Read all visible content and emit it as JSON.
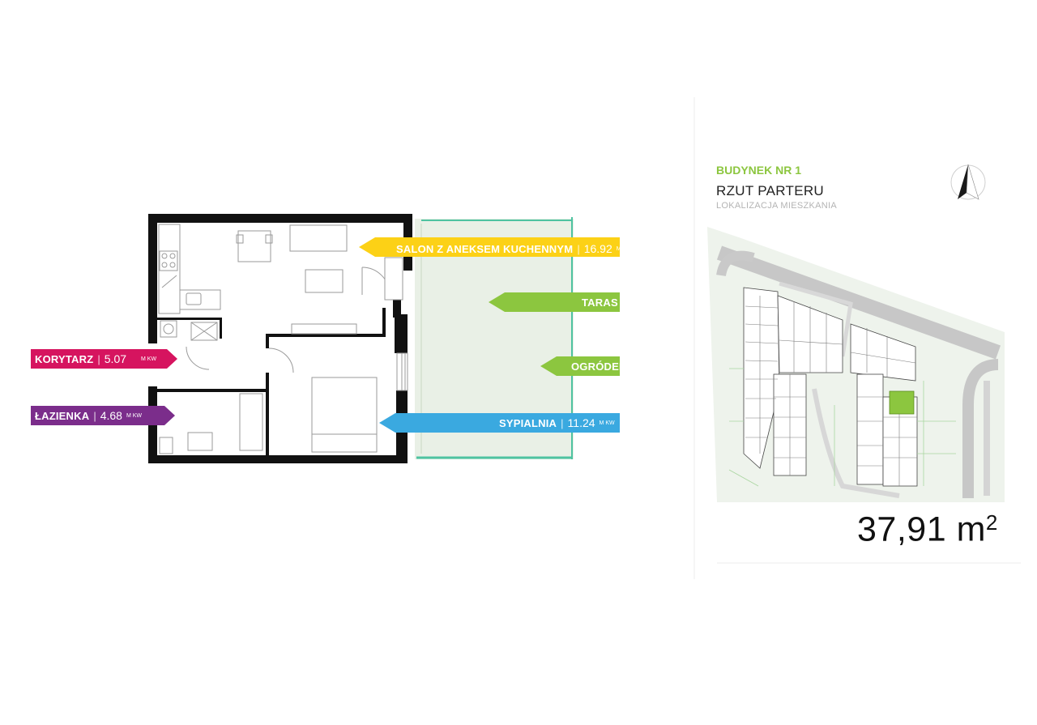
{
  "rooms": {
    "salon": {
      "name": "SALON Z ANEKSEM KUCHENNYM",
      "value": "16.92",
      "unit": "M KW",
      "color": "#fcd116"
    },
    "taras": {
      "name": "TARAS",
      "color": "#8cc63f"
    },
    "ogrodek": {
      "name": "OGRÓDEK",
      "color": "#8cc63f"
    },
    "sypialnia": {
      "name": "SYPIALNIA",
      "value": "11.24",
      "unit": "M KW",
      "color": "#3aa9e0"
    },
    "korytarz": {
      "name": "KORYTARZ",
      "value": "5.07",
      "unit": "M KW",
      "color": "#d6145f"
    },
    "lazienka": {
      "name": "ŁAZIENKA",
      "value": "4.68",
      "unit": "M KW",
      "color": "#7b2d8b"
    }
  },
  "location_panel": {
    "building": "BUDYNEK NR 1",
    "floor": "RZUT PARTERU",
    "subtitle": "LOKALIZACJA MIESZKANIA",
    "highlight_color": "#8cc63f"
  },
  "area": {
    "value": "37,91",
    "unit": "m",
    "superscript": "2"
  },
  "icons": [
    "north-arrow-icon"
  ],
  "colors": {
    "garden": "#e9f0e6",
    "garden_border": "#4fc3a1",
    "wall": "#111111"
  }
}
